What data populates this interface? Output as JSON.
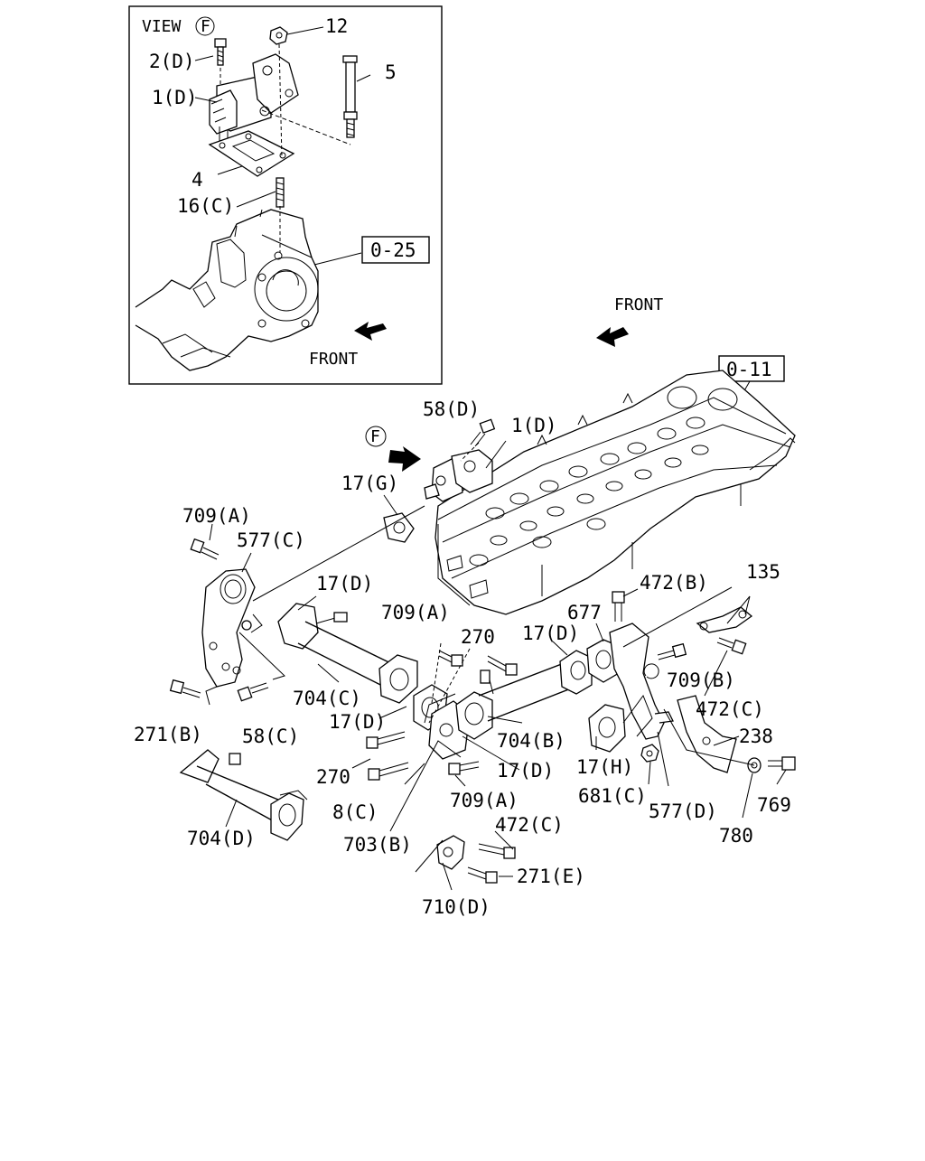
{
  "inset": {
    "view_prefix": "VIEW",
    "view_letter": "F",
    "front_label": "FRONT",
    "ref_box": "0-25",
    "labels": {
      "p12": "12",
      "p2d": "2(D)",
      "p5": "5",
      "p1d": "1(D)",
      "p4": "4",
      "p16c": "16(C)"
    }
  },
  "main": {
    "front_label": "FRONT",
    "ref_box": "0-11",
    "view_marker": "F",
    "labels": {
      "p58d": "58(D)",
      "p1d": "1(D)",
      "p17g": "17(G)",
      "p709a_1": "709(A)",
      "p577c": "577(C)",
      "p17d_1": "17(D)",
      "p709a_2": "709(A)",
      "p270_1": "270",
      "p17d_2": "17(D)",
      "p677": "677",
      "p472b": "472(B)",
      "p135": "135",
      "p704c": "704(C)",
      "p17d_3": "17(D)",
      "p709b": "709(B)",
      "p472c_1": "472(C)",
      "p271b": "271(B)",
      "p58c": "58(C)",
      "p704b": "704(B)",
      "p238": "238",
      "p270_2": "270",
      "p17d_4": "17(D)",
      "p17h": "17(H)",
      "p8c": "8(C)",
      "p709a_3": "709(A)",
      "p681c": "681(C)",
      "p577d": "577(D)",
      "p769": "769",
      "p704d": "704(D)",
      "p703b": "703(B)",
      "p472c_2": "472(C)",
      "p780": "780",
      "p271e": "271(E)",
      "p710d": "710(D)"
    }
  }
}
